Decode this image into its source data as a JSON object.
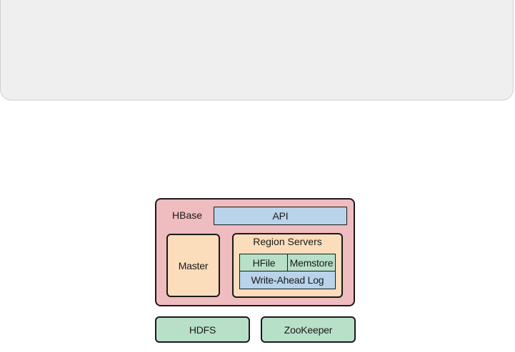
{
  "diagram": {
    "hbase": {
      "label": "HBase"
    },
    "api": {
      "label": "API"
    },
    "master": {
      "label": "Master"
    },
    "region_servers": {
      "label": "Region Servers",
      "hfile": "HFile",
      "memstore": "Memstore",
      "wal": "Write-Ahead Log"
    },
    "hdfs": {
      "label": "HDFS"
    },
    "zookeeper": {
      "label": "ZooKeeper"
    }
  },
  "colors": {
    "hbase_fill": "#efbcc0",
    "api_fill": "#b8d3ea",
    "component_fill": "#fbdcbb",
    "storage_fill": "#b8e0c9",
    "panel_fill": "#efefef"
  }
}
